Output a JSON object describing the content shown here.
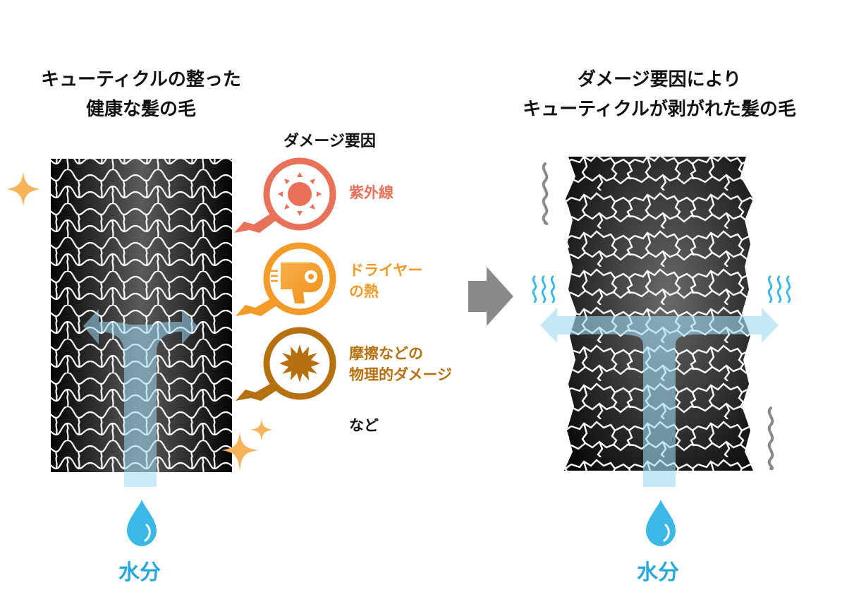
{
  "left_panel": {
    "title_line1": "キューティクルの整った",
    "title_line2": "健康な髪の毛",
    "water_label": "水分"
  },
  "right_panel": {
    "title_line1": "ダメージ要因により",
    "title_line2": "キューティクルが剥がれた髪の毛",
    "water_label": "水分"
  },
  "damage": {
    "heading": "ダメージ要因",
    "factors": [
      {
        "label": "紫外線",
        "color": "#e8715a",
        "icon": "sun-icon"
      },
      {
        "label": "ドライヤーの熱",
        "line1": "ドライヤー",
        "line2": "の熱",
        "color": "#f39a28",
        "icon": "hair-dryer-icon"
      },
      {
        "label": "摩擦などの物理的ダメージ",
        "line1": "摩擦などの",
        "line2": "物理的ダメージ",
        "color": "#b5700f",
        "icon": "friction-burst-icon"
      }
    ],
    "etc": "など"
  },
  "colors": {
    "water": "#38b7e6",
    "sparkle": "#f5b35a",
    "transition_arrow": "#8a8a8a"
  }
}
